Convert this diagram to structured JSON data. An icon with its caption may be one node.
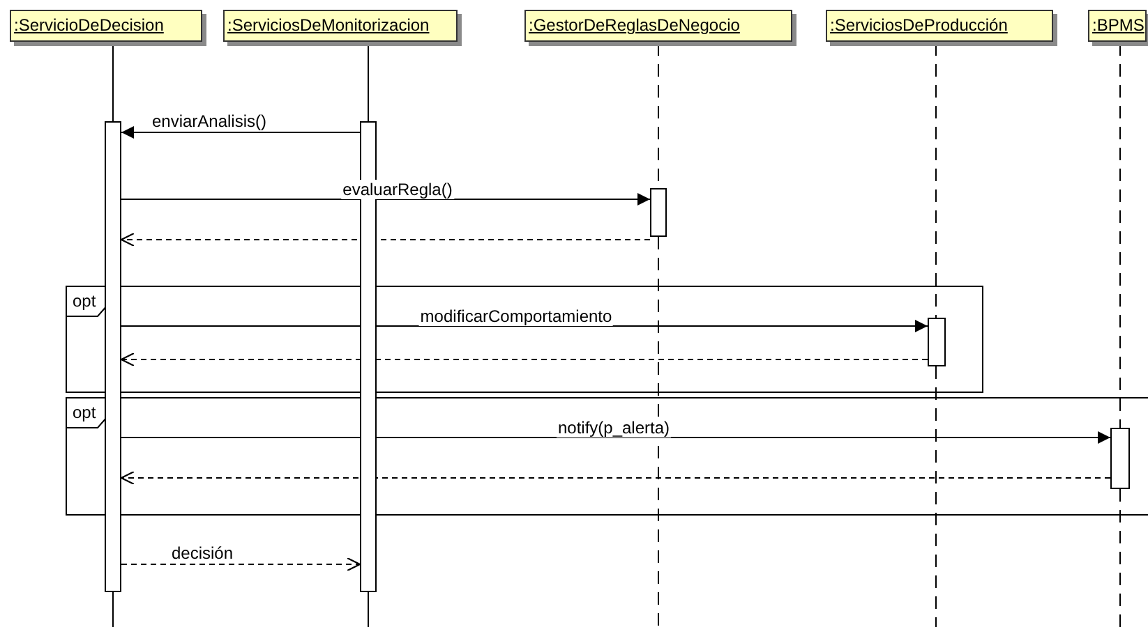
{
  "diagram": {
    "nodes": [
      {
        "text": [
          ":ServicioDeDecision"
        ]
      },
      {
        "text": [
          ":ServiciosDeMonitorizacion"
        ]
      },
      {
        "text": [
          ":GestorDeReglasDeNegocio"
        ]
      },
      {
        "text": [
          ":ServiciosDeProducción"
        ]
      },
      {
        "text": [
          ":BPMS"
        ]
      },
      {
        "text": [],
        "shape": "bar"
      },
      {
        "text": [],
        "shape": "bar"
      },
      {
        "text": [],
        "shape": "bar"
      },
      {
        "text": [
          "opt"
        ]
      },
      {
        "text": [],
        "shape": "bar",
        "in": 8
      },
      {
        "text": [
          "opt"
        ]
      },
      {
        "text": [],
        "shape": "bar",
        "in": 10
      }
    ],
    "edges": [
      {
        "from": 0,
        "to": 5,
        "arrow": "none"
      },
      {
        "from": 1,
        "to": 6,
        "arrow": "none"
      },
      {
        "from": 2,
        "to": 7,
        "arrow": "none",
        "style": "dashed"
      },
      {
        "from": 3,
        "to": 9,
        "arrow": "none",
        "style": "dashed"
      },
      {
        "from": 4,
        "to": 11,
        "arrow": "none",
        "style": "dashed"
      },
      {
        "from": 6,
        "to": 5,
        "arrow": "to",
        "label": "enviarAnalisis()"
      },
      {
        "from": 5,
        "to": 7,
        "arrow": "to",
        "label": "evaluarRegla()"
      },
      {
        "from": 7,
        "to": 5,
        "arrow": "to",
        "style": "dashed"
      },
      {
        "from": 5,
        "to": 9,
        "arrow": "to",
        "label": "modificarComportamiento"
      },
      {
        "from": 9,
        "to": 5,
        "arrow": "to",
        "style": "dashed"
      },
      {
        "from": 5,
        "to": 11,
        "arrow": "to",
        "label": "notify(p_alerta)"
      },
      {
        "from": 11,
        "to": 5,
        "arrow": "to",
        "style": "dashed"
      },
      {
        "from": 5,
        "to": 6,
        "arrow": "to",
        "label": "decisión",
        "style": "dashed"
      }
    ]
  }
}
